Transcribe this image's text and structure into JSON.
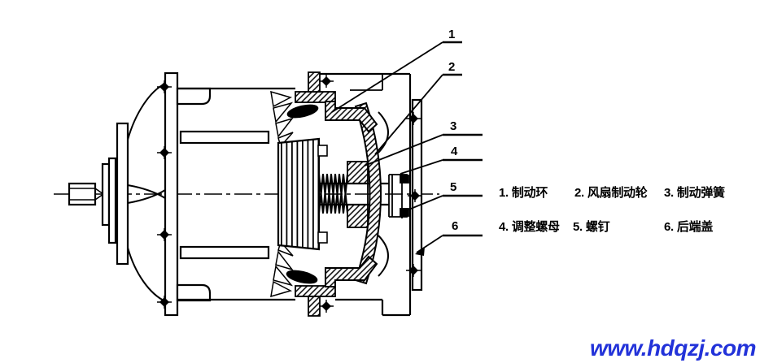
{
  "callout_numbers": [
    "1",
    "2",
    "3",
    "4",
    "5",
    "6"
  ],
  "legend": {
    "items": [
      {
        "num": "1.",
        "label": "制动环"
      },
      {
        "num": "2.",
        "label": "风扇制动轮"
      },
      {
        "num": "3.",
        "label": "制动弹簧"
      },
      {
        "num": "4.",
        "label": "调整螺母"
      },
      {
        "num": "5.",
        "label": "螺钉"
      },
      {
        "num": "6.",
        "label": "后端盖"
      }
    ]
  },
  "watermark": {
    "text": "www.hdqzj.com",
    "color": "#2232d9"
  },
  "colors": {
    "line": "#000000",
    "background": "#ffffff"
  }
}
